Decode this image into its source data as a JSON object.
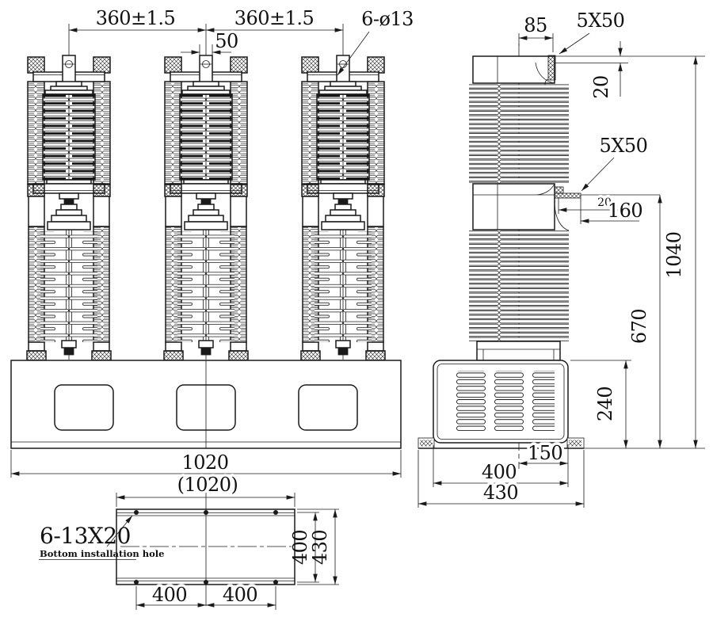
{
  "drawing": {
    "front_view": {
      "dim_pole_spacing_left": "360±1.5",
      "dim_pole_spacing_right": "360±1.5",
      "dim_terminal_width": "50",
      "callout_terminal_holes": "6-ø13",
      "dim_base_width": "1020"
    },
    "side_view": {
      "dim_top_bracket_width": "85",
      "callout_top_slot": "5X50",
      "dim_top_plate_thickness": "20",
      "callout_mid_slot": "5X50",
      "dim_mid_plate_thickness": "20",
      "dim_mid_bracket_reach": "160",
      "dim_total_height": "1040",
      "dim_upper_height": "670",
      "dim_box_height": "240",
      "dim_center_to_edge": "150",
      "dim_box_width": "400",
      "dim_base_width": "430"
    },
    "bottom_view": {
      "dim_overall_width_ref": "(1020)",
      "callout_mounting_holes": "6-13X20",
      "note_mounting_holes": "Bottom installation hole",
      "dim_hole_span_left": "400",
      "dim_hole_span_right": "400",
      "dim_hole_row_span": "400",
      "dim_overall_depth": "430"
    }
  }
}
